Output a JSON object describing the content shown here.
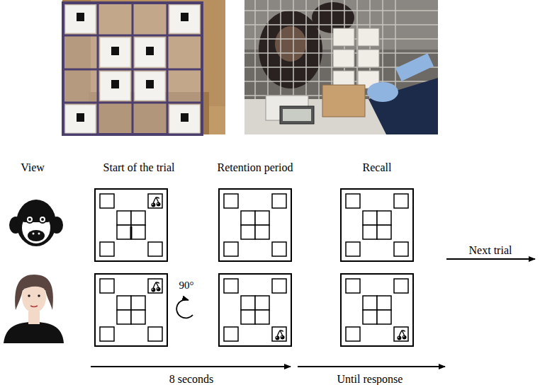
{
  "diagram": {
    "labels": [
      "View",
      "Start of the trial",
      "Retention period",
      "Recall",
      "Next trial",
      "90°",
      "8 seconds",
      "Until response"
    ]
  }
}
